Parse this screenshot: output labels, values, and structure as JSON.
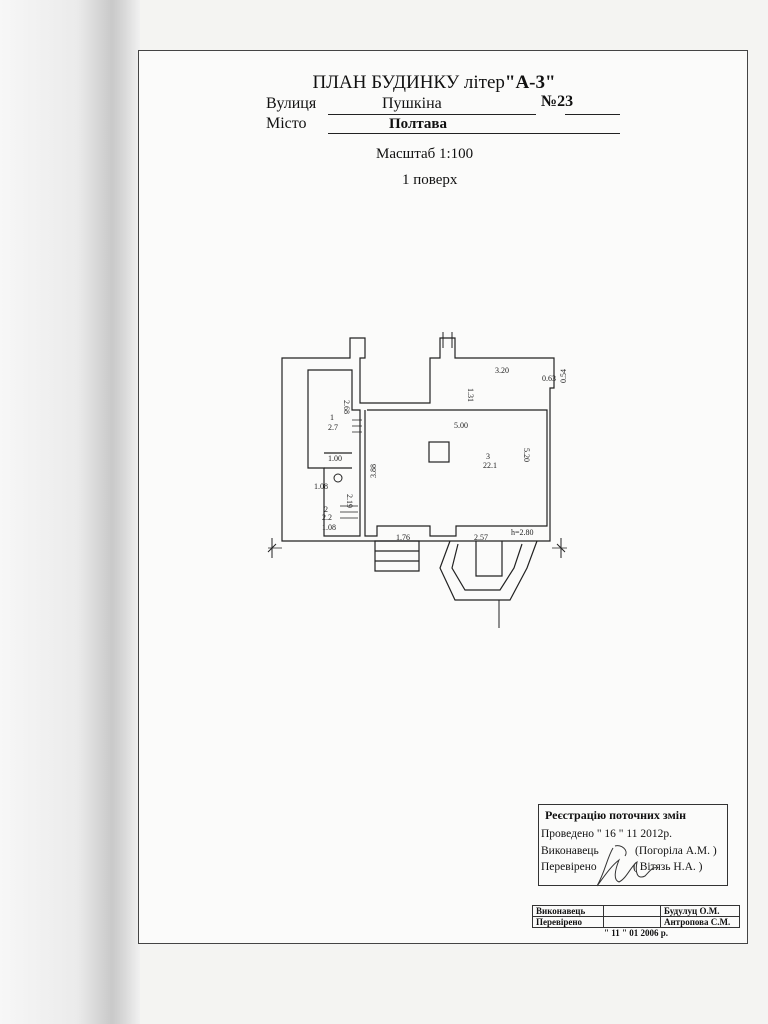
{
  "header": {
    "title_prefix": "ПЛАН БУДИНКУ літер",
    "letter": "\"А-3\"",
    "street_label": "Вулиця",
    "street_value": "Пушкіна",
    "number": "№23",
    "city_label": "Місто",
    "city_value": "Полтава",
    "scale": "Масштаб 1:100",
    "floor": "1 поверх"
  },
  "plan": {
    "dimensions": [
      "3.20",
      "0.63",
      "0.54",
      "1.31",
      "2.68",
      "5.00",
      "5.20",
      "1.00",
      "1.08",
      "3.88",
      "2.19",
      "1.08",
      "1.76",
      "2.57",
      "h=2.80"
    ],
    "rooms": [
      {
        "number": "1",
        "area": "2.7"
      },
      {
        "number": "3",
        "area": "22.1"
      },
      {
        "number": "2",
        "area": "2.2"
      }
    ]
  },
  "stamp": {
    "title": "Реєстрацію поточних змін",
    "line1": "Проведено \" 16 \"     11     2012р.",
    "line2_label": "Виконавець",
    "line2_name": "(Погоріла А.М. )",
    "line3_label": "Перевірено",
    "line3_name": "( Вітязь Н.А.  )"
  },
  "bottom_table": {
    "row1_label": "Виконавець",
    "row1_name": "Будулуц О.М.",
    "row2_label": "Перевірено",
    "row2_name": "Антропова С.М.",
    "date": "\"  11  \"  01      2006 р."
  }
}
